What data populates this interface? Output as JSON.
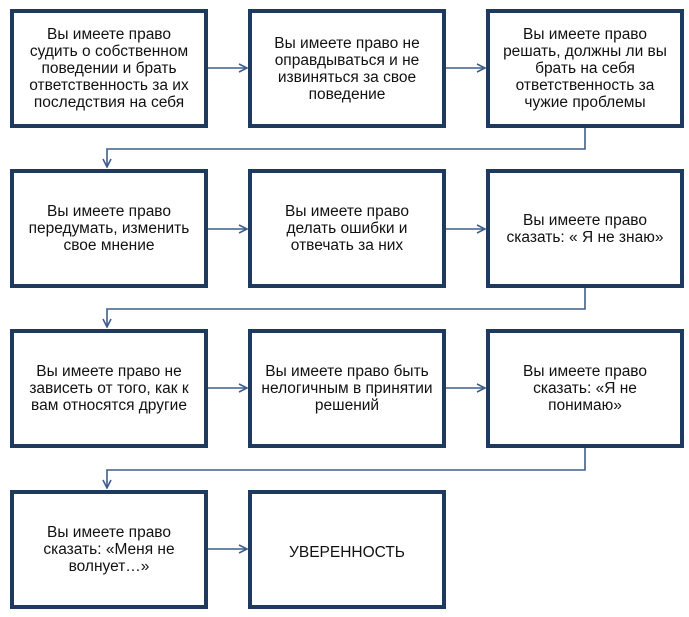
{
  "colors": {
    "box_border": "#1f3a5f",
    "connector": "#3e5f8a",
    "text": "#111111"
  },
  "boxes": [
    "Вы имеете право судить о собственном поведении и брать ответственность за их последствия на себя",
    "Вы имеете право не оправдываться и не извиняться за свое поведение",
    "Вы имеете право решать, должны ли вы брать на себя ответственность за чужие проблемы",
    "Вы имеете право передумать, изменить свое мнение",
    "Вы имеете право делать ошибки и отвечать за них",
    "Вы имеете право сказать: « Я не знаю»",
    "Вы имеете право не зависеть от того, как к вам относятся другие",
    "Вы имеете право быть нелогичным в принятии решений",
    "Вы имеете право сказать: «Я не понимаю»",
    "Вы имеете право сказать: «Меня не волнует…»",
    "УВЕРЕННОСТЬ"
  ]
}
